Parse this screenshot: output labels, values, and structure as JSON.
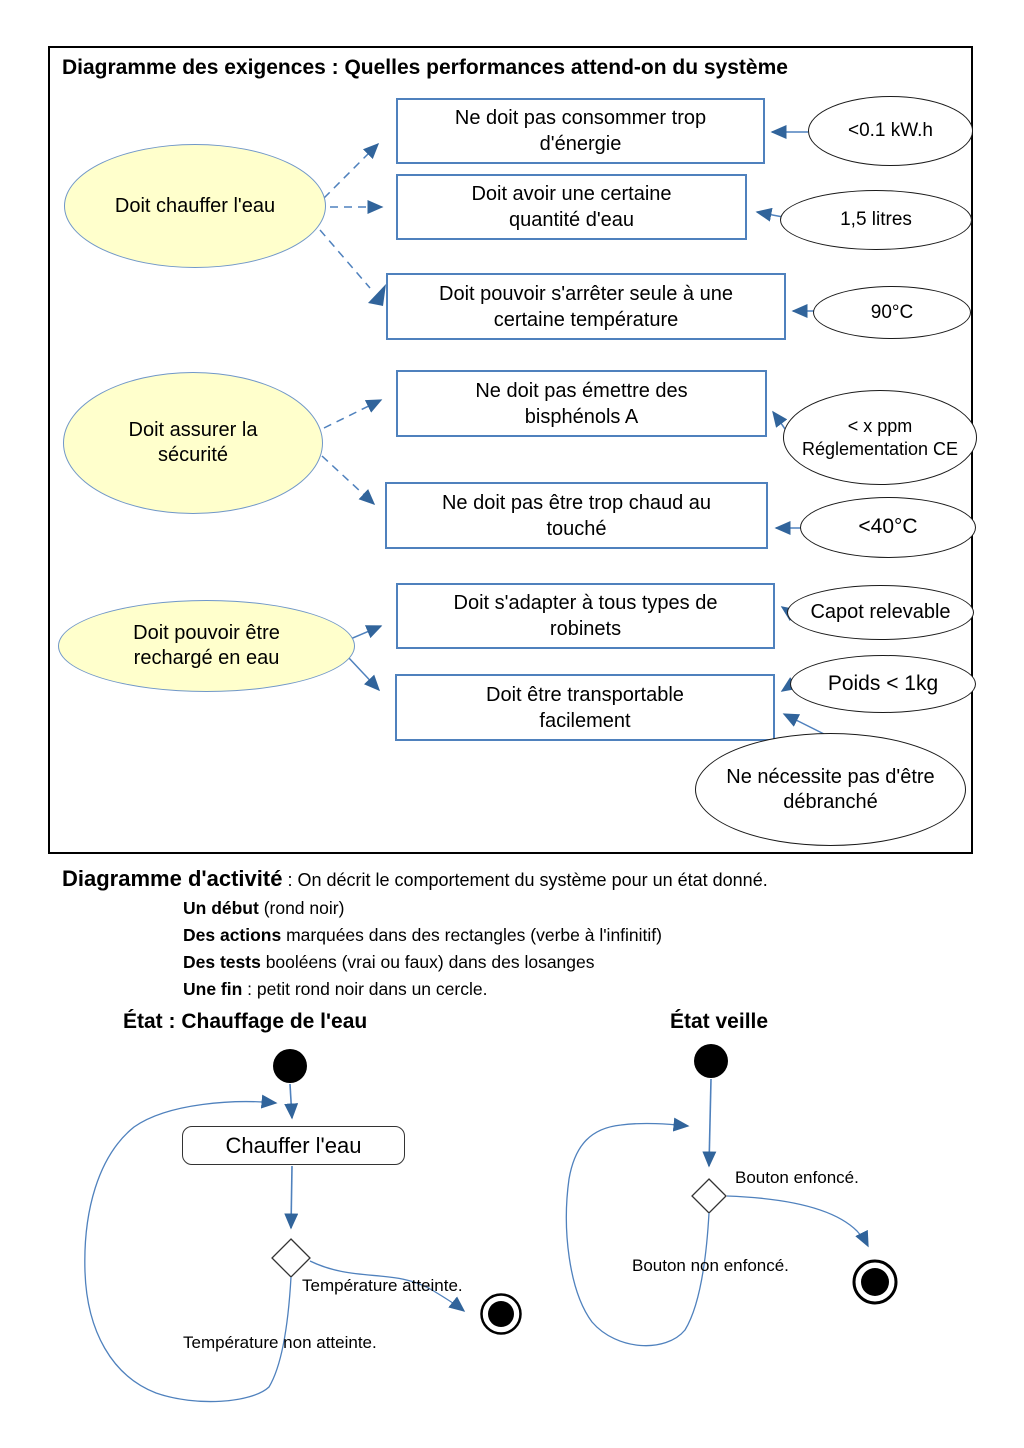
{
  "colors": {
    "usecase_fill": "#ffffcc",
    "usecase_border": "#7097c8",
    "req_border": "#4f81bd",
    "line": "#4f81bd",
    "arrow": "#31649b"
  },
  "requirements_diagram": {
    "title": "Diagramme des exigences : Quelles performances attend-on du système",
    "usecases": [
      "Doit chauffer l'eau",
      "Doit assurer la sécurité",
      "Doit pouvoir être rechargé en eau"
    ],
    "requirements": [
      "Ne doit pas consommer trop d'énergie",
      "Doit avoir une certaine quantité d'eau",
      "Doit pouvoir s'arrêter seule à une certaine température",
      "Ne doit pas émettre des bisphénols A",
      "Ne doit pas être trop chaud au touché",
      "Doit s'adapter à tous types de robinets",
      "Doit être transportable facilement"
    ],
    "values": {
      "energy": "<0.1 kW.h",
      "volume": "1,5 litres",
      "temp_stop": "90°C",
      "ppm_line1": "< x ppm",
      "ppm_line2": "Réglementation CE",
      "temp_touch": "<40°C",
      "capot": "Capot relevable",
      "poids": "Poids < 1kg",
      "debranche": "Ne nécessite pas d'être débranché"
    }
  },
  "activity_intro": {
    "heading": "Diagramme d'activité",
    "heading_rest": " : On décrit le comportement du système pour un état donné.",
    "line1_bold": "Un début",
    "line1_rest": " (rond noir)",
    "line2_bold": "Des actions",
    "line2_rest": " marquées dans des rectangles (verbe à l'infinitif)",
    "line3_bold": "Des  tests",
    "line3_rest": " booléens (vrai ou faux) dans des losanges",
    "line4_bold": "Une fin",
    "line4_rest": " : petit rond noir dans un cercle."
  },
  "activity_heating": {
    "title": "État : Chauffage de l'eau",
    "action": "Chauffer l'eau",
    "branch_true": "Température atteinte.",
    "branch_false": "Température non atteinte."
  },
  "activity_standby": {
    "title": "État veille",
    "branch_true": "Bouton enfoncé.",
    "branch_false": "Bouton non enfoncé."
  }
}
